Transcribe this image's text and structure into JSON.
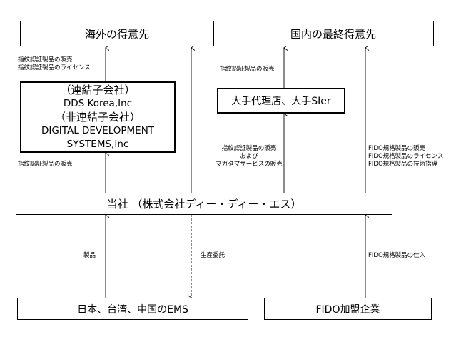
{
  "boxes": {
    "overseas": "海外の得意先",
    "domestic": "国内の最終得意先",
    "subsidiaries": {
      "consolidated_heading": "（連結子会社）",
      "consolidated_name": "DDS Korea,Inc",
      "nonconsolidated_heading": "（非連結子会社）",
      "nonconsolidated_name_line1": "DIGITAL DEVELOPMENT",
      "nonconsolidated_name_line2": "SYSTEMS,Inc"
    },
    "agents": "大手代理店、大手SIer",
    "company": "当社 （株式会社ディー・ディー・エス）",
    "ems": "日本、台湾、中国のEMS",
    "fido": "FIDO加盟企業"
  },
  "labels": {
    "sub_to_overseas_1": "指紋認証製品の販売",
    "sub_to_overseas_2": "指紋認証製品のライセンス",
    "agents_to_domestic": "指紋認証製品の販売",
    "company_to_sub": "指紋認証製品の販売",
    "company_to_agents_1": "指紋認証製品の販売",
    "company_to_agents_2": "および",
    "company_to_agents_3": "マガタマサービスの販売",
    "company_to_domestic_1": "FIDO規格製品の販売",
    "company_to_domestic_2": "FIDO規格製品のライセンス",
    "company_to_domestic_3": "FIDO規格製品の技術指導",
    "ems_to_company": "製品",
    "company_to_ems": "生産委託",
    "fido_to_company": "FIDO規格製品の仕入"
  }
}
